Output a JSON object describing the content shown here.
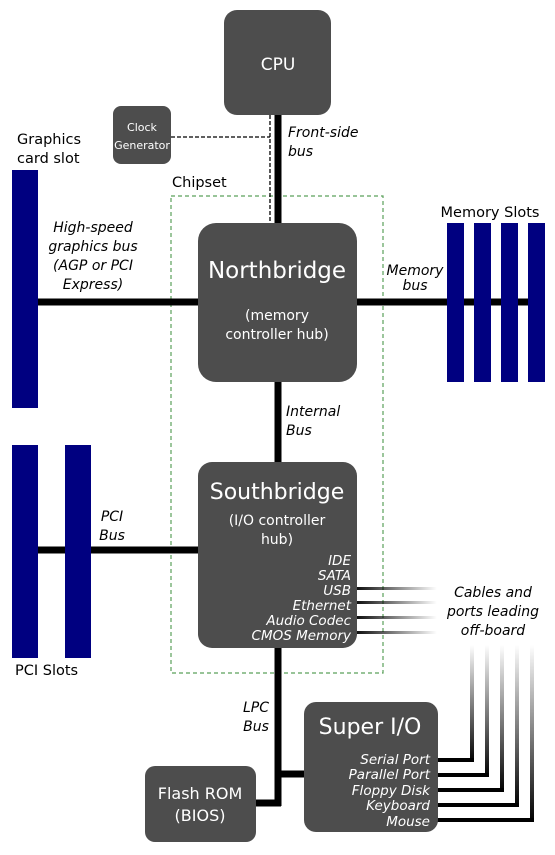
{
  "blocks": {
    "cpu": "CPU",
    "clock_line1": "Clock",
    "clock_line2": "Generator",
    "northbridge_title": "Northbridge",
    "northbridge_sub1": "(memory",
    "northbridge_sub2": "controller hub)",
    "southbridge_title": "Southbridge",
    "southbridge_sub1": "(I/O controller",
    "southbridge_sub2": "hub)",
    "southbridge_ports": [
      "IDE",
      "SATA",
      "USB",
      "Ethernet",
      "Audio Codec",
      "CMOS Memory"
    ],
    "superio_title": "Super I/O",
    "superio_ports": [
      "Serial Port",
      "Parallel Port",
      "Floppy Disk",
      "Keyboard",
      "Mouse"
    ],
    "flash_line1": "Flash ROM",
    "flash_line2": "(BIOS)"
  },
  "labels": {
    "chipset": "Chipset",
    "graphics_slot_line1": "Graphics",
    "graphics_slot_line2": "card slot",
    "graphics_bus_line1": "High-speed",
    "graphics_bus_line2": "graphics bus",
    "graphics_bus_line3": "(AGP or PCI",
    "graphics_bus_line4": "Express)",
    "frontside_line1": "Front-side",
    "frontside_line2": "bus",
    "memory_slots": "Memory Slots",
    "memory_bus_line1": "Memory",
    "memory_bus_line2": "bus",
    "internal_bus_line1": "Internal",
    "internal_bus_line2": "Bus",
    "pci_bus_line1": "PCI",
    "pci_bus_line2": "Bus",
    "pci_slots": "PCI Slots",
    "lpc_bus_line1": "LPC",
    "lpc_bus_line2": "Bus",
    "cables_line1": "Cables and",
    "cables_line2": "ports leading",
    "cables_line3": "off-board"
  },
  "colors": {
    "block_fill": "#4d4d4d",
    "slot_fill": "#000080",
    "bus_line": "#000000",
    "chipset_border": "#5aa05a"
  }
}
